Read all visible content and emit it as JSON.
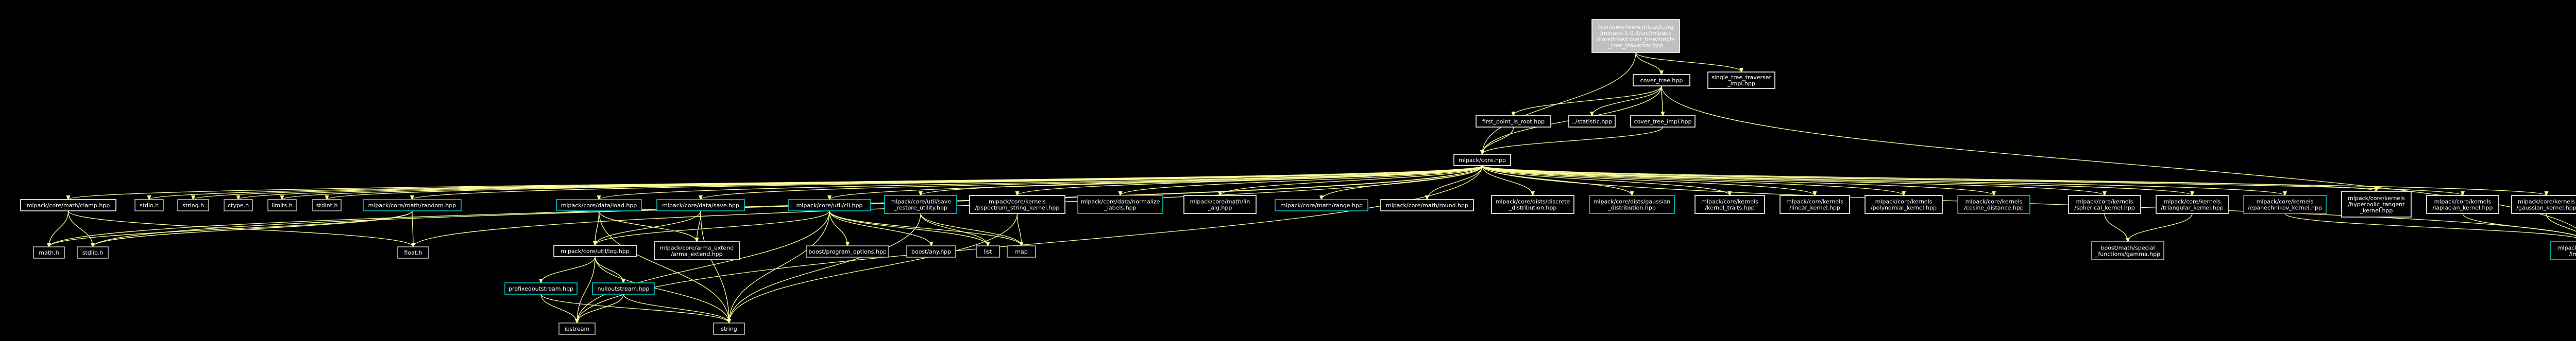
{
  "colors": {
    "background": "#000000",
    "root_fill": "#bfbfbf",
    "node_border": "#ffffff",
    "documented_border": "#00cccc",
    "external_border": "#bbbbbb",
    "edge": "#ffff99",
    "text": "#ffffff"
  },
  "nodes": [
    {
      "id": "root",
      "kind": "root",
      "lines": [
        "/var/www/www.mlpack.org",
        "/mlpack-1.0.8/src/mlpack",
        "/core/tree/cover_tree/single",
        "_tree_traverser.hpp"
      ]
    },
    {
      "id": "cover_tree",
      "kind": "normal",
      "lines": [
        "cover_tree.hpp"
      ]
    },
    {
      "id": "single_tree_impl",
      "kind": "normal",
      "lines": [
        "single_tree_traverser",
        "_impl.hpp"
      ]
    },
    {
      "id": "first_point",
      "kind": "normal",
      "lines": [
        "first_point_is_root.hpp"
      ]
    },
    {
      "id": "statistic",
      "kind": "normal",
      "lines": [
        "../statistic.hpp"
      ]
    },
    {
      "id": "cover_tree_impl",
      "kind": "normal",
      "lines": [
        "cover_tree_impl.hpp"
      ]
    },
    {
      "id": "core",
      "kind": "normal",
      "lines": [
        "mlpack/core.hpp"
      ]
    },
    {
      "id": "math_clamp",
      "kind": "normal",
      "lines": [
        "mlpack/core/math/clamp.hpp"
      ]
    },
    {
      "id": "stdio",
      "kind": "external",
      "lines": [
        "stdio.h"
      ]
    },
    {
      "id": "string_h",
      "kind": "external",
      "lines": [
        "string.h"
      ]
    },
    {
      "id": "ctype",
      "kind": "external",
      "lines": [
        "ctype.h"
      ]
    },
    {
      "id": "limits",
      "kind": "external",
      "lines": [
        "limits.h"
      ]
    },
    {
      "id": "stdint",
      "kind": "external",
      "lines": [
        "stdint.h"
      ]
    },
    {
      "id": "math_random",
      "kind": "documented",
      "lines": [
        "mlpack/core/math/random.hpp"
      ]
    },
    {
      "id": "data_load",
      "kind": "documented",
      "lines": [
        "mlpack/core/data/load.hpp"
      ]
    },
    {
      "id": "data_save",
      "kind": "documented",
      "lines": [
        "mlpack/core/data/save.hpp"
      ]
    },
    {
      "id": "util_cli",
      "kind": "documented",
      "lines": [
        "mlpack/core/util/cli.hpp"
      ]
    },
    {
      "id": "save_restore",
      "kind": "documented",
      "lines": [
        "mlpack/core/util/save",
        "_restore_utility.hpp"
      ]
    },
    {
      "id": "pspectrum",
      "kind": "normal",
      "lines": [
        "mlpack/core/kernels",
        "/pspectrum_string_kernel.hpp"
      ]
    },
    {
      "id": "normalize_labels",
      "kind": "documented",
      "lines": [
        "mlpack/core/data/normalize",
        "_labels.hpp"
      ]
    },
    {
      "id": "lin_alg",
      "kind": "normal",
      "lines": [
        "mlpack/core/math/lin",
        "_alg.hpp"
      ]
    },
    {
      "id": "math_range",
      "kind": "documented",
      "lines": [
        "mlpack/core/math/range.hpp"
      ]
    },
    {
      "id": "math_round",
      "kind": "normal",
      "lines": [
        "mlpack/core/math/round.hpp"
      ]
    },
    {
      "id": "discrete_dist",
      "kind": "normal",
      "lines": [
        "mlpack/core/dists/discrete",
        "_distribution.hpp"
      ]
    },
    {
      "id": "gaussian_dist",
      "kind": "documented",
      "lines": [
        "mlpack/core/dists/gaussian",
        "_distribution.hpp"
      ]
    },
    {
      "id": "kernel_traits",
      "kind": "normal",
      "lines": [
        "mlpack/core/kernels",
        "/kernel_traits.hpp"
      ]
    },
    {
      "id": "linear_kernel",
      "kind": "normal",
      "lines": [
        "mlpack/core/kernels",
        "/linear_kernel.hpp"
      ]
    },
    {
      "id": "polynomial_kernel",
      "kind": "normal",
      "lines": [
        "mlpack/core/kernels",
        "/polynomial_kernel.hpp"
      ]
    },
    {
      "id": "cosine_distance",
      "kind": "documented",
      "lines": [
        "mlpack/core/kernels",
        "/cosine_distance.hpp"
      ]
    },
    {
      "id": "spherical_kernel",
      "kind": "normal",
      "lines": [
        "mlpack/core/kernels",
        "/spherical_kernel.hpp"
      ]
    },
    {
      "id": "triangular_kernel",
      "kind": "normal",
      "lines": [
        "mlpack/core/kernels",
        "/triangular_kernel.hpp"
      ]
    },
    {
      "id": "epanechnikov",
      "kind": "documented",
      "lines": [
        "mlpack/core/kernels",
        "/epanechnikov_kernel.hpp"
      ]
    },
    {
      "id": "hyperbolic",
      "kind": "normal",
      "lines": [
        "mlpack/core/kernels",
        "/hyperbolic_tangent",
        "_kernel.hpp"
      ]
    },
    {
      "id": "laplacian",
      "kind": "normal",
      "lines": [
        "mlpack/core/kernels",
        "/laplacian_kernel.hpp"
      ]
    },
    {
      "id": "gaussian_kernel",
      "kind": "normal",
      "lines": [
        "mlpack/core/kernels",
        "/gaussian_kernel.hpp"
      ]
    },
    {
      "id": "math_h",
      "kind": "external",
      "lines": [
        "math.h"
      ]
    },
    {
      "id": "stdlib",
      "kind": "external",
      "lines": [
        "stdlib.h"
      ]
    },
    {
      "id": "float_h",
      "kind": "external",
      "lines": [
        "float.h"
      ]
    },
    {
      "id": "util_log",
      "kind": "normal",
      "lines": [
        "mlpack/core/util/log.hpp"
      ]
    },
    {
      "id": "arma_extend",
      "kind": "normal",
      "lines": [
        "mlpack/core/arma_extend",
        "/arma_extend.hpp"
      ]
    },
    {
      "id": "program_options",
      "kind": "external",
      "lines": [
        "boost/program_options.hpp"
      ]
    },
    {
      "id": "boost_any",
      "kind": "external",
      "lines": [
        "boost/any.hpp"
      ]
    },
    {
      "id": "list",
      "kind": "external",
      "lines": [
        "list"
      ]
    },
    {
      "id": "map",
      "kind": "external",
      "lines": [
        "map"
      ]
    },
    {
      "id": "gamma",
      "kind": "external",
      "lines": [
        "boost/math/special",
        "_functions/gamma.hpp"
      ]
    },
    {
      "id": "lmetric",
      "kind": "documented",
      "lines": [
        "mlpack/core/metrics",
        "/lmetric.hpp"
      ]
    },
    {
      "id": "prefixedoutstream",
      "kind": "documented",
      "lines": [
        "prefixedoutstream.hpp"
      ]
    },
    {
      "id": "nulloutstream",
      "kind": "documented",
      "lines": [
        "nulloutstream.hpp"
      ]
    },
    {
      "id": "iostream",
      "kind": "external",
      "lines": [
        "iostream"
      ]
    },
    {
      "id": "string",
      "kind": "external",
      "lines": [
        "string"
      ]
    }
  ],
  "edges": [
    [
      "root",
      "cover_tree"
    ],
    [
      "root",
      "single_tree_impl"
    ],
    [
      "root",
      "core"
    ],
    [
      "cover_tree",
      "first_point"
    ],
    [
      "cover_tree",
      "statistic"
    ],
    [
      "cover_tree",
      "cover_tree_impl"
    ],
    [
      "cover_tree",
      "core"
    ],
    [
      "cover_tree",
      "lmetric"
    ],
    [
      "first_point",
      "core"
    ],
    [
      "cover_tree_impl",
      "core"
    ],
    [
      "core",
      "math_clamp"
    ],
    [
      "core",
      "stdio"
    ],
    [
      "core",
      "string_h"
    ],
    [
      "core",
      "ctype"
    ],
    [
      "core",
      "limits"
    ],
    [
      "core",
      "stdint"
    ],
    [
      "core",
      "math_random"
    ],
    [
      "core",
      "data_load"
    ],
    [
      "core",
      "data_save"
    ],
    [
      "core",
      "util_cli"
    ],
    [
      "core",
      "save_restore"
    ],
    [
      "core",
      "pspectrum"
    ],
    [
      "core",
      "normalize_labels"
    ],
    [
      "core",
      "lin_alg"
    ],
    [
      "core",
      "math_range"
    ],
    [
      "core",
      "math_round"
    ],
    [
      "core",
      "discrete_dist"
    ],
    [
      "core",
      "gaussian_dist"
    ],
    [
      "core",
      "kernel_traits"
    ],
    [
      "core",
      "linear_kernel"
    ],
    [
      "core",
      "polynomial_kernel"
    ],
    [
      "core",
      "cosine_distance"
    ],
    [
      "core",
      "spherical_kernel"
    ],
    [
      "core",
      "triangular_kernel"
    ],
    [
      "core",
      "epanechnikov"
    ],
    [
      "core",
      "hyperbolic"
    ],
    [
      "core",
      "laplacian"
    ],
    [
      "core",
      "gaussian_kernel"
    ],
    [
      "core",
      "math_h"
    ],
    [
      "core",
      "stdlib"
    ],
    [
      "core",
      "float_h"
    ],
    [
      "core",
      "lmetric"
    ],
    [
      "core",
      "iostream"
    ],
    [
      "math_clamp",
      "math_h"
    ],
    [
      "math_clamp",
      "stdlib"
    ],
    [
      "math_clamp",
      "float_h"
    ],
    [
      "math_random",
      "math_h"
    ],
    [
      "math_random",
      "stdlib"
    ],
    [
      "math_random",
      "float_h"
    ],
    [
      "data_load",
      "util_log"
    ],
    [
      "data_load",
      "arma_extend"
    ],
    [
      "data_load",
      "string"
    ],
    [
      "data_save",
      "util_log"
    ],
    [
      "data_save",
      "arma_extend"
    ],
    [
      "data_save",
      "string"
    ],
    [
      "util_cli",
      "util_log"
    ],
    [
      "util_cli",
      "program_options"
    ],
    [
      "util_cli",
      "boost_any"
    ],
    [
      "util_cli",
      "list"
    ],
    [
      "util_cli",
      "map"
    ],
    [
      "util_cli",
      "iostream"
    ],
    [
      "util_cli",
      "string"
    ],
    [
      "save_restore",
      "list"
    ],
    [
      "save_restore",
      "map"
    ],
    [
      "save_restore",
      "string"
    ],
    [
      "pspectrum",
      "map"
    ],
    [
      "pspectrum",
      "string"
    ],
    [
      "util_log",
      "prefixedoutstream"
    ],
    [
      "util_log",
      "nulloutstream"
    ],
    [
      "util_log",
      "iostream"
    ],
    [
      "util_log",
      "string"
    ],
    [
      "prefixedoutstream",
      "iostream"
    ],
    [
      "prefixedoutstream",
      "string"
    ],
    [
      "nulloutstream",
      "iostream"
    ],
    [
      "nulloutstream",
      "string"
    ],
    [
      "spherical_kernel",
      "gamma"
    ],
    [
      "triangular_kernel",
      "gamma"
    ],
    [
      "gaussian_kernel",
      "lmetric"
    ],
    [
      "laplacian",
      "lmetric"
    ],
    [
      "epanechnikov",
      "lmetric"
    ]
  ]
}
